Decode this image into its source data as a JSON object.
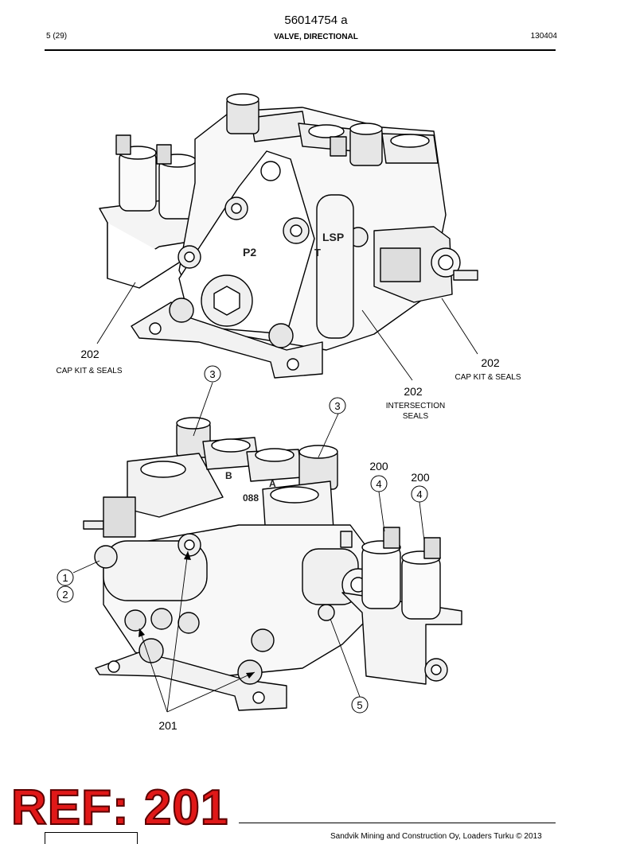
{
  "header": {
    "doc_number": "56014754 a",
    "page": "5 (29)",
    "title": "VALVE, DIRECTIONAL",
    "date": "130404"
  },
  "callouts": {
    "top_left_num": "202",
    "top_left_text": "CAP KIT & SEALS",
    "top_right_num": "202",
    "top_right_text": "CAP KIT & SEALS",
    "intersection_num": "202",
    "intersection_text_1": "INTERSECTION",
    "intersection_text_2": "SEALS",
    "circle_3a": "3",
    "circle_3b": "3",
    "label_200a": "200",
    "circle_4a": "4",
    "label_200b": "200",
    "circle_4b": "4",
    "circle_1": "1",
    "circle_2": "2",
    "circle_5": "5",
    "label_201": "201"
  },
  "casting_marks": {
    "p2": "P2",
    "t": "T",
    "lsp": "LSP",
    "b": "B",
    "a": "A",
    "code": "088"
  },
  "ref_stamp": "REF: 201",
  "footer": {
    "copyright": "Sandvik Mining and Construction Oy, Loaders Turku © 2013"
  }
}
